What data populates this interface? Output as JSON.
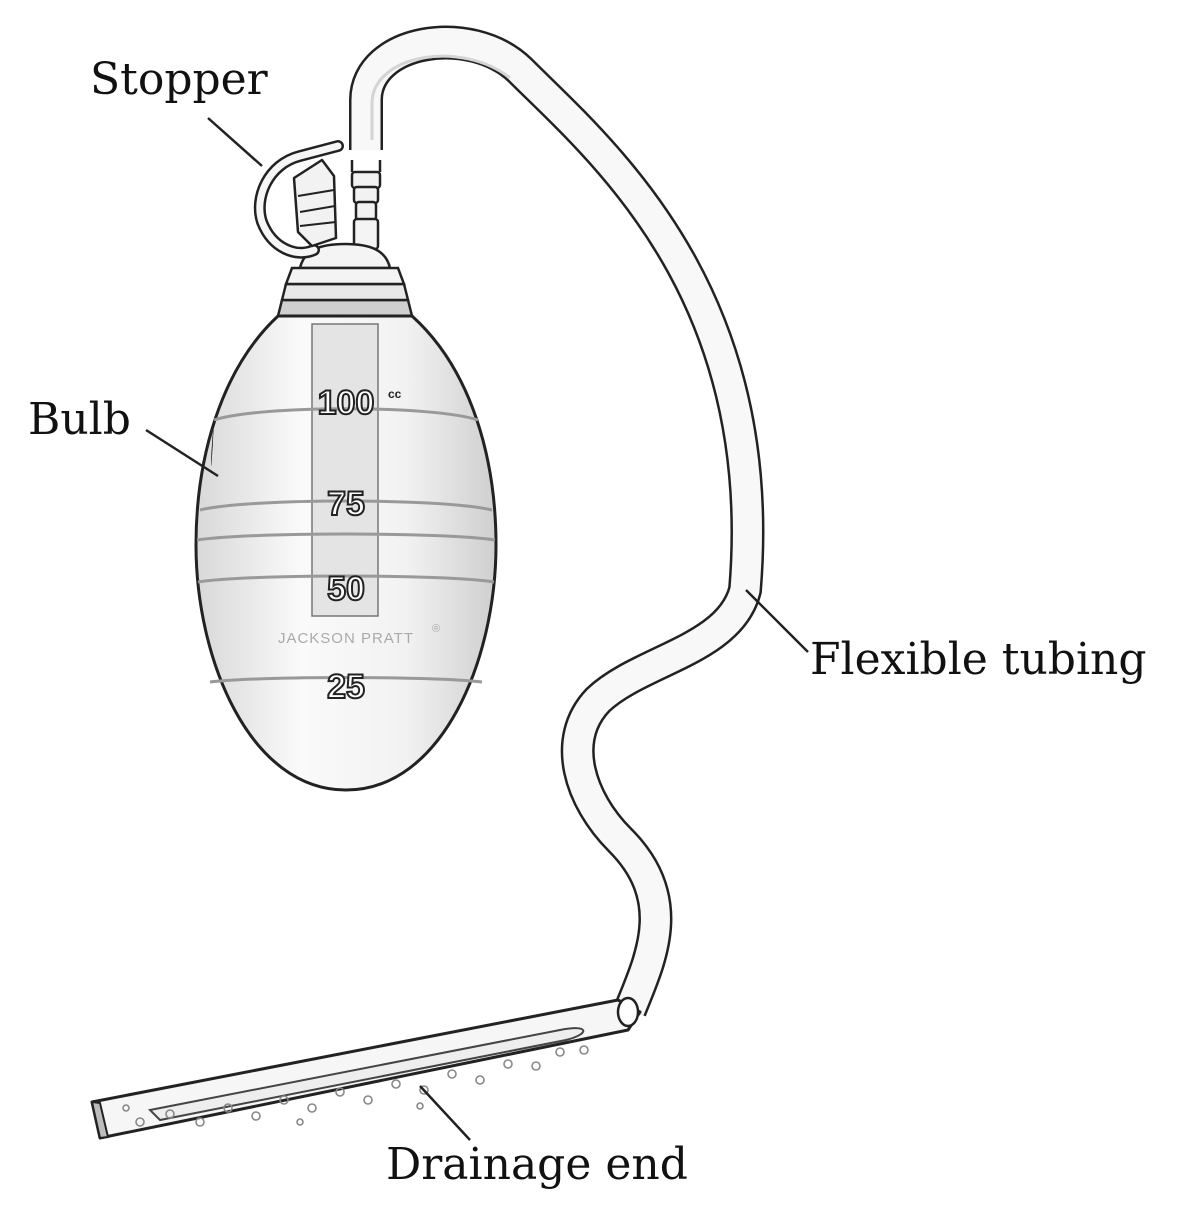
{
  "labels": {
    "stopper": "Stopper",
    "bulb": "Bulb",
    "flexible_tubing": "Flexible tubing",
    "drainage_end": "Drainage end"
  },
  "bulb_markings": {
    "scale": [
      "100",
      "75",
      "50",
      "25"
    ],
    "unit_mark": "cc",
    "brand": "JACKSON PRATT",
    "registered": "®"
  },
  "colors": {
    "line": "#222222",
    "fill": "#f7f7f7",
    "shade": "#dcdcdc",
    "window": "#e6e6e6"
  }
}
